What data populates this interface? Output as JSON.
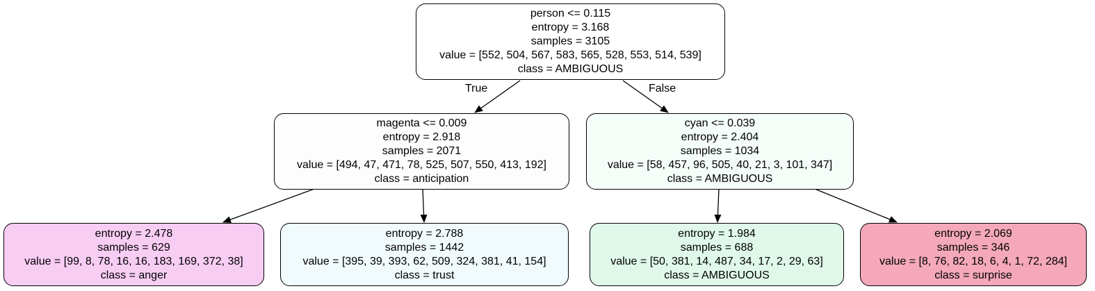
{
  "nodes": [
    {
      "id": "root",
      "condition": "person <= 0.115",
      "entropy": "entropy = 3.168",
      "samples": "samples = 3105",
      "value": "value = [552, 504, 567, 583, 565, 528, 553, 514, 539]",
      "class": "class = AMBIGUOUS",
      "fill": "#ffffff"
    },
    {
      "id": "left",
      "condition": "magenta <= 0.009",
      "entropy": "entropy = 2.918",
      "samples": "samples = 2071",
      "value": "value = [494, 47, 471, 78, 525, 507, 550, 413, 192]",
      "class": "class = anticipation",
      "fill": "#fdfdfd"
    },
    {
      "id": "right",
      "condition": "cyan <= 0.039",
      "entropy": "entropy = 2.404",
      "samples": "samples = 1034",
      "value": "value = [58, 457, 96, 505, 40, 21, 3, 101, 347]",
      "class": "class = AMBIGUOUS",
      "fill": "#f5fdf8"
    },
    {
      "id": "ll",
      "entropy": "entropy = 2.478",
      "samples": "samples = 629",
      "value": "value = [99, 8, 78, 16, 16, 183, 169, 372, 38]",
      "class": "class = anger",
      "fill": "#f8cdf4"
    },
    {
      "id": "lr",
      "entropy": "entropy = 2.788",
      "samples": "samples = 1442",
      "value": "value = [395, 39, 393, 62, 509, 324, 381, 41, 154]",
      "class": "class = trust",
      "fill": "#f1fafc"
    },
    {
      "id": "rl",
      "entropy": "entropy = 1.984",
      "samples": "samples = 688",
      "value": "value = [50, 381, 14, 487, 34, 17, 2, 29, 63]",
      "class": "class = AMBIGUOUS",
      "fill": "#dff8ea"
    },
    {
      "id": "rr",
      "entropy": "entropy = 2.069",
      "samples": "samples = 346",
      "value": "value = [8, 76, 82, 18, 6, 4, 1, 72, 284]",
      "class": "class = surprise",
      "fill": "#f4a8ba"
    }
  ],
  "edge_labels": {
    "true": "True",
    "false": "False"
  },
  "colors": {
    "stroke": "#000000",
    "background": "#ffffff"
  }
}
